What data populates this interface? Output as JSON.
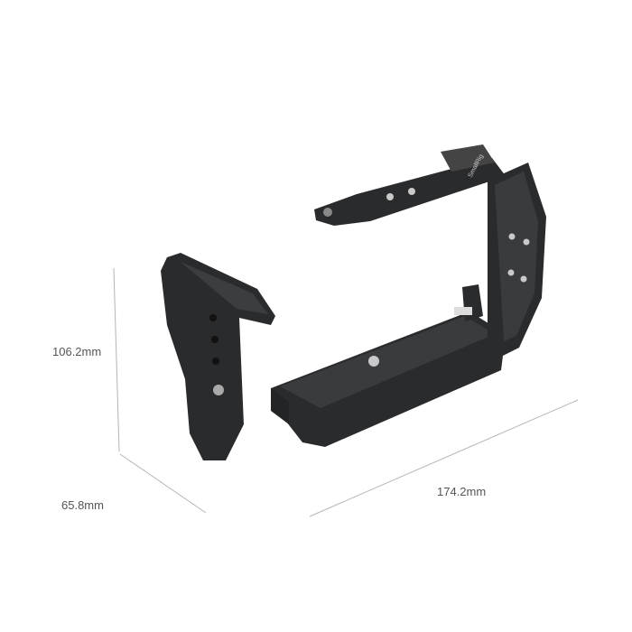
{
  "dimensions": {
    "height": "106.2mm",
    "depth": "65.8mm",
    "width": "174.2mm"
  },
  "product": {
    "logo_text": "SmallRig",
    "body_color": "#2a2b2d",
    "line_color": "#b5b5b5"
  }
}
